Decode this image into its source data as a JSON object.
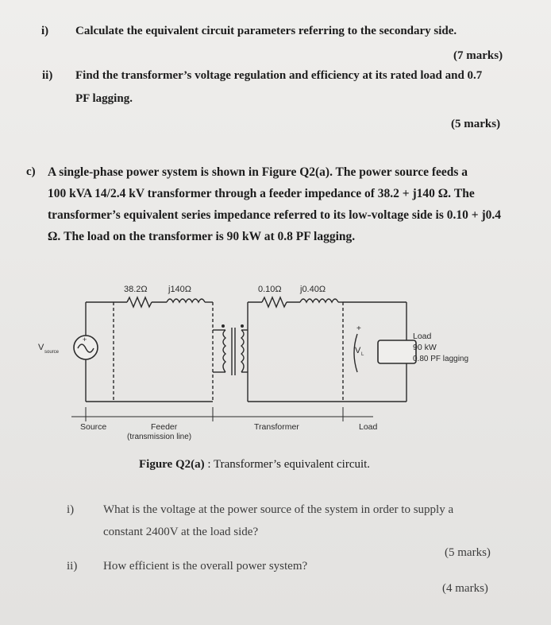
{
  "part_b": {
    "i": {
      "num": "i)",
      "text": "Calculate the equivalent circuit parameters referring to the secondary side.",
      "marks": "(7 marks)"
    },
    "ii": {
      "num": "ii)",
      "line1": "Find the transformer’s voltage regulation and efficiency at its rated load and 0.7",
      "line2": "PF lagging.",
      "marks": "(5 marks)"
    }
  },
  "part_c": {
    "label": "c)",
    "lines": [
      "A single-phase power system is shown in Figure Q2(a). The power source feeds a",
      "100 kVA 14/2.4 kV transformer through a feeder impedance of 38.2 + j140 Ω. The",
      "transformer’s equivalent series impedance referred to its low-voltage side is 0.10 + j0.4",
      "Ω. The load on the transformer is 90 kW at 0.8 PF lagging."
    ]
  },
  "figure": {
    "feeder_r": "38.2Ω",
    "feeder_x": "j140Ω",
    "xfmr_r": "0.10Ω",
    "xfmr_x": "j0.40Ω",
    "vsource": "V",
    "vsource_sub": "source",
    "plus": "+",
    "vload": "V",
    "vload_sub": "L",
    "load_title": "Load",
    "load_power": "90 kW",
    "load_pf": "0.80 PF lagging",
    "sec_source": "Source",
    "sec_feeder": "Feeder",
    "sec_feeder_sub": "(transmission line)",
    "sec_xfmr": "Transformer",
    "sec_load": "Load",
    "caption_bold": "Figure Q2(a)",
    "caption_rest": ": Transformer’s equivalent circuit."
  },
  "sub_questions": {
    "i": {
      "num": "i)",
      "line1": "What is the voltage at the power source of the system in order to supply a",
      "line2": "constant 2400V at the load side?",
      "marks": "(5 marks)"
    },
    "ii": {
      "num": "ii)",
      "text": "How efficient is the overall power system?",
      "marks": "(4 marks)"
    }
  }
}
